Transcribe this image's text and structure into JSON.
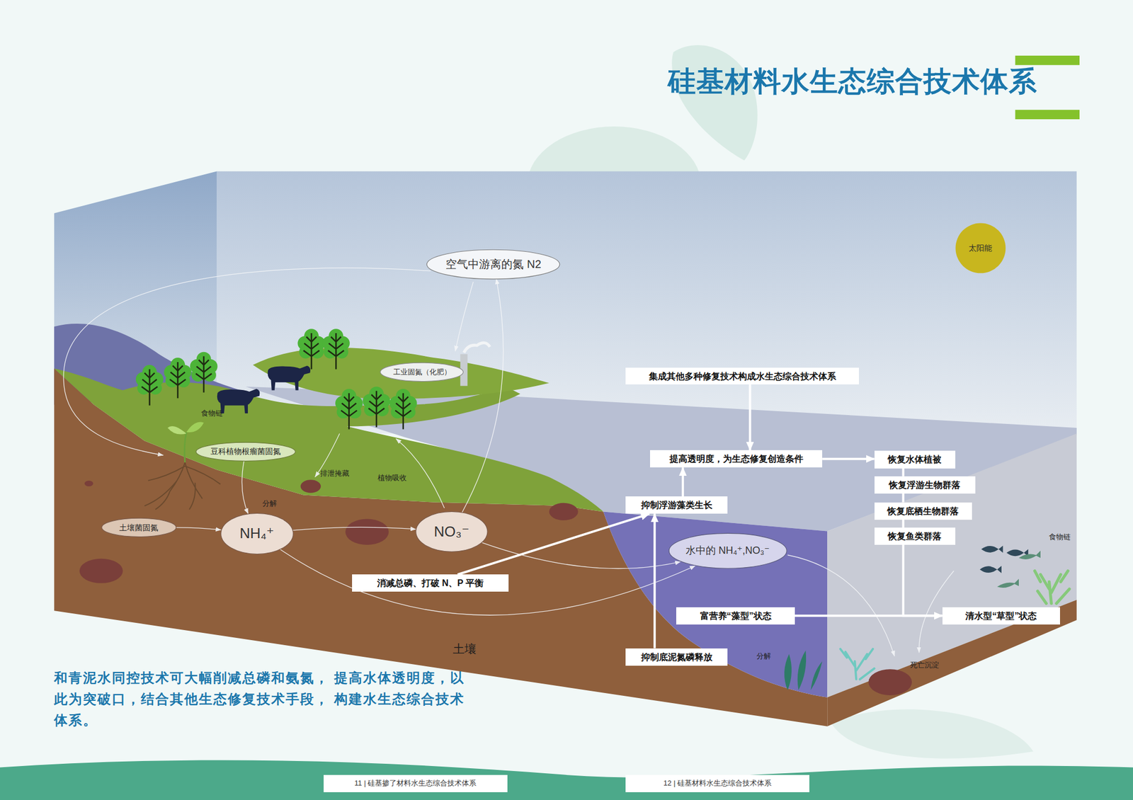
{
  "diagram": {
    "title": "硅基材料水生态综合技术体系",
    "caption": "和青泥水同控技术可大幅削减总磷和氨氮， 提高水体透明度，以此为突破口，结合其他生态修复技术手段， 构建水生态综合技术体系。",
    "nodes": [
      {
        "text": [
          "空气中游离的氮 N2"
        ]
      },
      {
        "text": [
          "太阳能"
        ]
      },
      {
        "text": [
          "工业固氮（化肥）"
        ]
      },
      {
        "text": [
          "集成其他多种修复技术构成水生态综合技术体系"
        ]
      },
      {
        "text": [
          "豆科植物根瘤菌固氮"
        ]
      },
      {
        "text": [
          "提高透明度，为生态修复创造条件"
        ]
      },
      {
        "text": [
          "恢复水体植被"
        ]
      },
      {
        "text": [
          "恢复浮游生物群落"
        ]
      },
      {
        "text": [
          "抑制浮游藻类生长"
        ]
      },
      {
        "text": [
          "恢复底栖生物群落"
        ]
      },
      {
        "text": [
          "土壤菌固氮"
        ]
      },
      {
        "text": [
          "NH₄⁺"
        ]
      },
      {
        "text": [
          "NO₃⁻"
        ]
      },
      {
        "text": [
          "恢复鱼类群落"
        ]
      },
      {
        "text": [
          "水中的 NH₄⁺,NO₃⁻"
        ]
      },
      {
        "text": [
          "消减总磷、打破 N、P 平衡"
        ]
      },
      {
        "text": [
          "富营养“藻型”状态"
        ]
      },
      {
        "text": [
          "清水型“草型”状态"
        ]
      },
      {
        "text": [
          "抑制底泥氮磷释放"
        ]
      },
      {
        "text": [
          "11 | 硅基掺了材料水生态综合技术体系"
        ]
      },
      {
        "text": [
          "12 | 硅基材料水生态综合技术体系"
        ]
      }
    ],
    "edges": [
      {
        "from": 3,
        "to": 5,
        "arrow": "to"
      },
      {
        "from": 5,
        "to": 6,
        "arrow": "to"
      },
      {
        "from": 15,
        "to": 8,
        "arrow": "to"
      },
      {
        "from": 8,
        "to": 5,
        "arrow": "to"
      },
      {
        "from": 18,
        "to": 8,
        "arrow": "to"
      },
      {
        "from": 6,
        "to": 7,
        "arrow": "none"
      },
      {
        "from": 7,
        "to": 9,
        "arrow": "none"
      },
      {
        "from": 9,
        "to": 13,
        "arrow": "none"
      },
      {
        "from": 13,
        "to": 17,
        "arrow": "to"
      },
      {
        "from": 16,
        "to": 17,
        "arrow": "to"
      },
      {
        "from": 10,
        "to": 11,
        "arrow": "to"
      },
      {
        "from": 4,
        "to": 11,
        "arrow": "to"
      },
      {
        "from": 11,
        "to": 12,
        "arrow": "to"
      },
      {
        "from": 12,
        "to": 14,
        "arrow": "to"
      },
      {
        "from": 11,
        "to": 14,
        "arrow": "to"
      },
      {
        "from": 12,
        "to": 0,
        "arrow": "to"
      }
    ],
    "labels": [
      "食物链",
      "排泄掩藏",
      "植物吸收",
      "分解",
      "土壤",
      "食物链",
      "分解",
      "死亡沉淀"
    ]
  }
}
